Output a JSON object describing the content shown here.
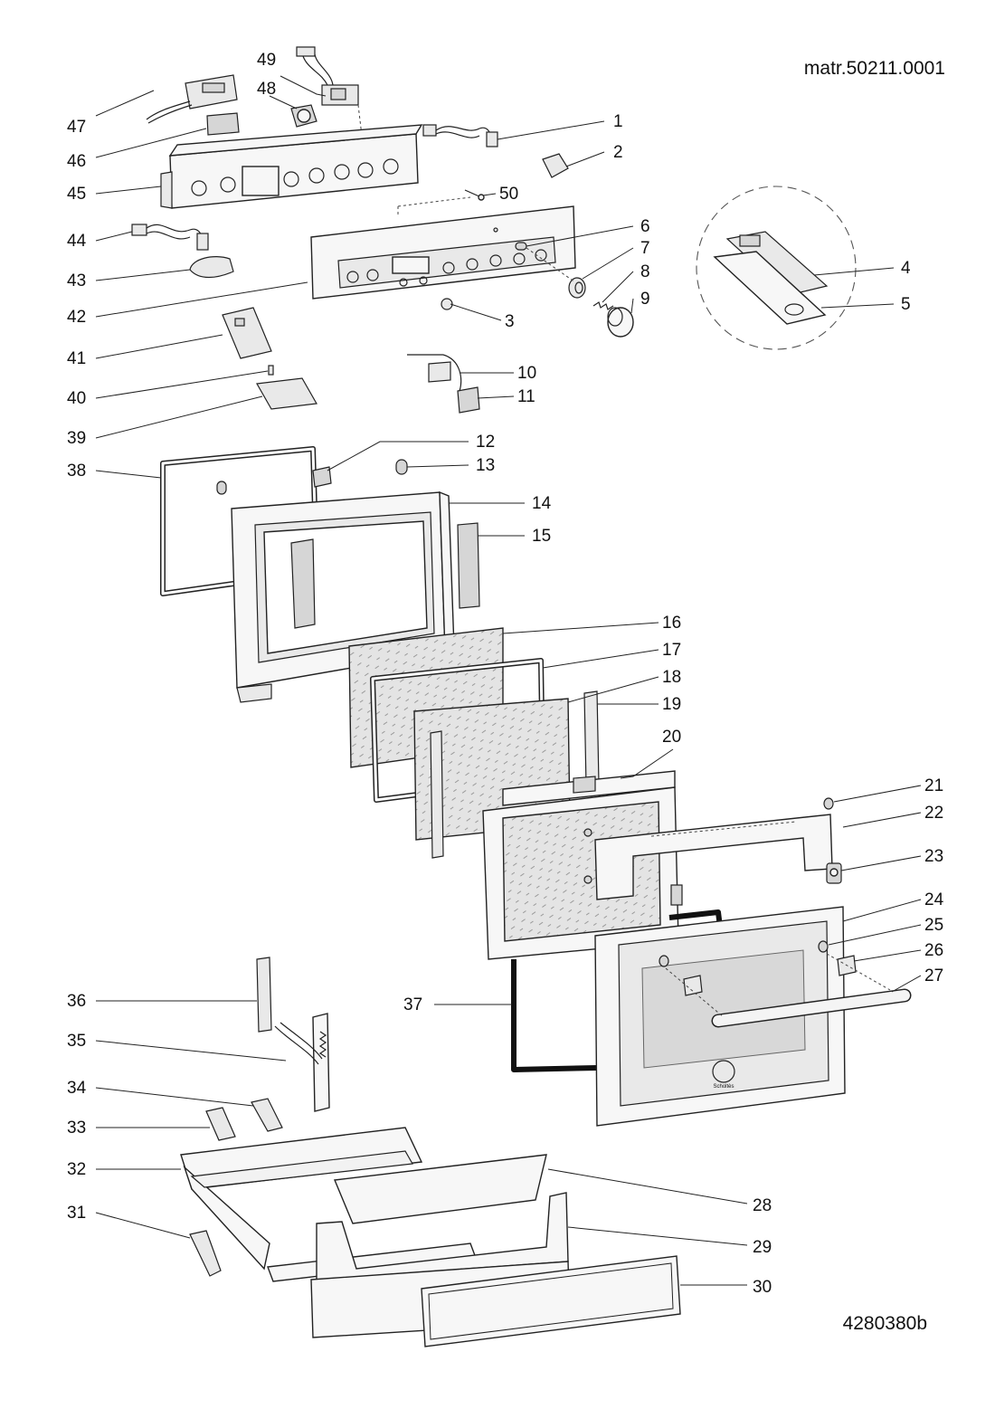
{
  "header": {
    "material_number": "matr.50211.0001",
    "drawing_number": "4280380b"
  },
  "part_labels": [
    "1",
    "2",
    "3",
    "4",
    "5",
    "6",
    "7",
    "8",
    "9",
    "10",
    "11",
    "12",
    "13",
    "14",
    "15",
    "16",
    "17",
    "18",
    "19",
    "20",
    "21",
    "22",
    "23",
    "24",
    "25",
    "26",
    "27",
    "28",
    "29",
    "30",
    "31",
    "32",
    "33",
    "34",
    "35",
    "36",
    "37",
    "38",
    "39",
    "40",
    "41",
    "42",
    "43",
    "44",
    "45",
    "46",
    "47",
    "48",
    "49",
    "50"
  ],
  "door_logo": "Scholtès"
}
